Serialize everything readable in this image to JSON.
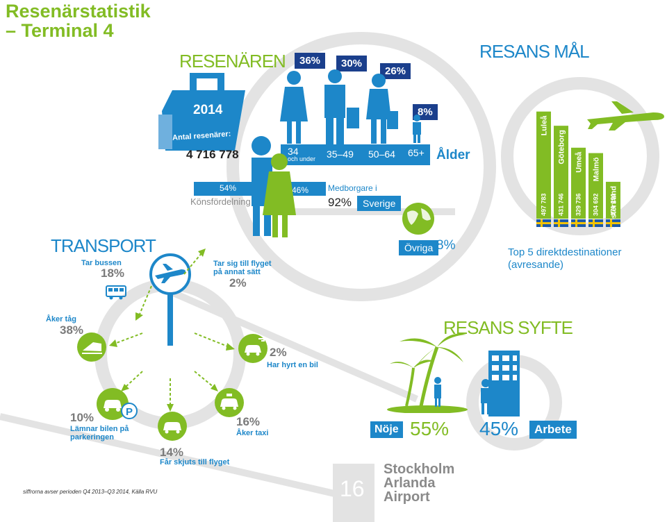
{
  "title": "Resenärstatistik\n– Terminal 4",
  "resenaren": {
    "heading": "RESENÄREN",
    "year": "2014",
    "antal_label": "Antal resenärer:",
    "antal_value": "4 716 778",
    "age_title": "Ålder",
    "ages": [
      {
        "label": "34",
        "sub": "och under",
        "percent": "36%"
      },
      {
        "label": "35–49",
        "percent": "30%"
      },
      {
        "label": "50–64",
        "percent": "26%"
      },
      {
        "label": "65+",
        "percent": "8%"
      }
    ],
    "gender_label": "Könsfördelning",
    "male_percent": "54%",
    "female_percent": "46%",
    "citizen_label": "Medborgare i",
    "citizen_percent": "92%",
    "citizen_country": "Sverige",
    "other_label": "Övriga",
    "other_percent": "8%"
  },
  "resans_mal": {
    "heading": "RESANS MÅL",
    "caption": "Top 5 direktdestinationer (avresande)",
    "destinations": [
      {
        "city": "Luleå",
        "value": 497783,
        "value_label": "497 783"
      },
      {
        "city": "Göteborg",
        "value": 431746,
        "value_label": "431 746"
      },
      {
        "city": "Umeå",
        "value": 329736,
        "value_label": "329 736"
      },
      {
        "city": "Malmö",
        "value": 304692,
        "value_label": "304 692"
      },
      {
        "city": "Åre Östersund",
        "value": 171291,
        "value_label": "171 291"
      }
    ]
  },
  "transport": {
    "heading": "TRANSPORT",
    "bus_label": "Tar bussen",
    "bus_percent": "18%",
    "other_label": "Tar sig till flyget på annat sätt",
    "other_percent": "2%",
    "train_label": "Åker tåg",
    "train_percent": "38%",
    "rental_percent": "2%",
    "rental_label": "Har hyrt en bil",
    "parking_percent": "10%",
    "parking_label": "Lämnar bilen på parkeringen",
    "ride_percent": "14%",
    "ride_label": "Får skjuts till flyget",
    "taxi_percent": "16%",
    "taxi_label": "Åker taxi"
  },
  "resans_syfte": {
    "heading": "RESANS SYFTE",
    "leisure_label": "Nöje",
    "leisure_percent": "55%",
    "work_percent": "45%",
    "work_label": "Arbete"
  },
  "footer": {
    "source": "siffrorna avser perioden Q4 2013–Q3 2014, Källa RVU",
    "terminal_number": "16",
    "airport": "Stockholm\nArlanda\nAirport"
  },
  "colors": {
    "green": "#82bc24",
    "blue": "#1d87c9",
    "navy": "#1b3f8c",
    "grey": "#d9d9d9"
  }
}
